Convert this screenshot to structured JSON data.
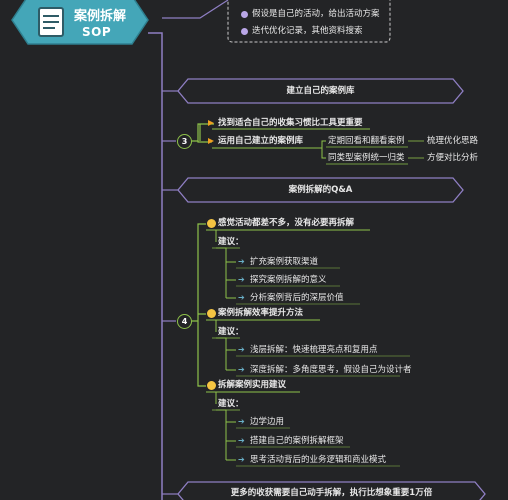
{
  "root": {
    "title": "案例拆解",
    "subtitle": "SOP"
  },
  "top_box": {
    "items": [
      "假设是自己的活动，给出活动方案",
      "迭代优化记录，其他资料搜索"
    ]
  },
  "sections": {
    "own_library": "建立自己的案例库",
    "qa": "案例拆解的Q&A",
    "bottom": "更多的收获需要自己动手拆解，执行比想象重要1万倍"
  },
  "node3": {
    "number": "3",
    "item1": "找到适合自己的收集习惯比工具更重要",
    "item2": "运用自己建立的案例库",
    "sub": [
      {
        "label": "定期回看和翻看案例",
        "result": "梳理优化思路"
      },
      {
        "label": "同类型案例统一归类",
        "result": "方便对比分析"
      }
    ]
  },
  "node4": {
    "number": "4",
    "groups": [
      {
        "title": "感觉活动都差不多，没有必要再拆解",
        "advice": "建议：",
        "items": [
          "扩充案例获取渠道",
          "探究案例拆解的意义",
          "分析案例背后的深层价值"
        ]
      },
      {
        "title": "案例拆解效率提升方法",
        "advice": "建议：",
        "items": [
          "浅层拆解：快速梳理亮点和复用点",
          "深度拆解：多角度思考，假设自己为设计者"
        ]
      },
      {
        "title": "拆解案例实用建议",
        "advice": "建议：",
        "items": [
          "边学边用",
          "搭建自己的案例拆解框架",
          "思考活动背后的业务逻辑和商业模式"
        ]
      }
    ]
  },
  "colors": {
    "background": "#232426",
    "root_fill": "#44a6b8",
    "line": "#8f7fc4",
    "accent": "#8ec24a",
    "flag": "#f0a020"
  },
  "icons": [
    "notebook-icon",
    "flag-icon",
    "arrow-icon",
    "emoji-icon",
    "circle-bullet-icon"
  ]
}
